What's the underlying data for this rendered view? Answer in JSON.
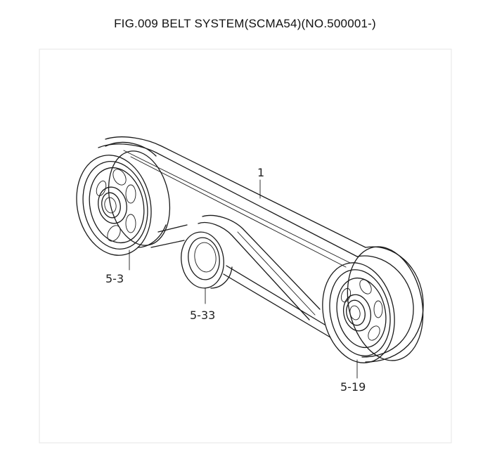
{
  "title": "FIG.009  BELT SYSTEM(SCMA54)(NO.500001-)",
  "callouts": {
    "belt": "1",
    "left_pulley": "5-3",
    "idler_pulley": "5-33",
    "right_pulley": "5-19"
  }
}
